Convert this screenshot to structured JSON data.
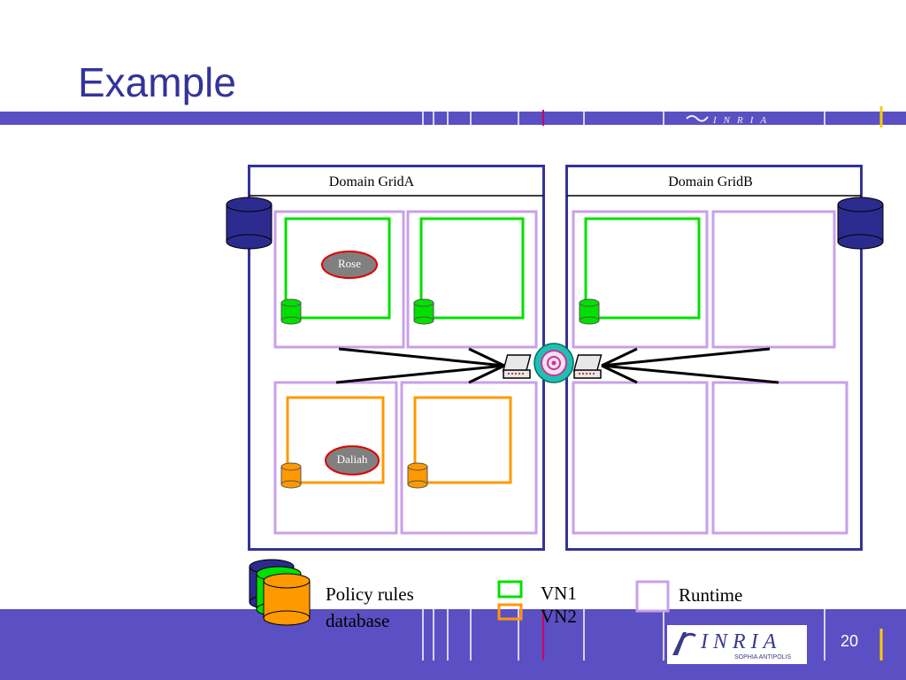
{
  "slide": {
    "title": "Example",
    "page_number": "20"
  },
  "logo": {
    "name": "INRIA",
    "subtitle": "SOPHIA ANTIPOLIS"
  },
  "diagram": {
    "domain_a_label": "Domain GridA",
    "domain_b_label": "Domain GridB",
    "nodes": {
      "rose": "Rose",
      "daliah": "Daliah"
    },
    "legend": {
      "policy_line1": "Policy rules",
      "policy_line2": "database",
      "vn1": "VN1",
      "vn2": "VN2",
      "runtime": "Runtime"
    }
  },
  "colors": {
    "band": "#5b4fc4",
    "title": "#333399",
    "domain_border": "#333399",
    "runtime": "#c9a0e8",
    "vn1": "#00e000",
    "vn2": "#ff9900",
    "db": "#2b2b8f",
    "node_fill": "#808080",
    "node_border": "#e00000"
  }
}
